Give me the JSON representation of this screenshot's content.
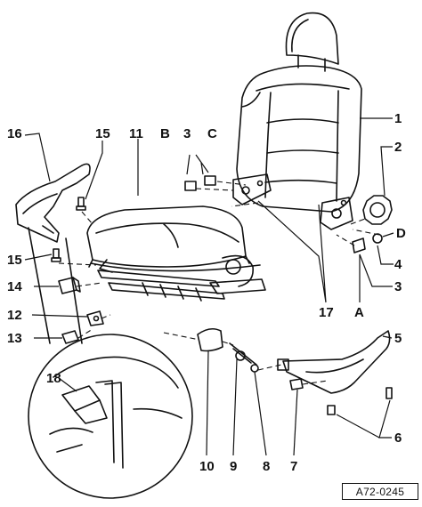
{
  "figure_ref": "A72-0245",
  "callouts": [
    {
      "id": "c1",
      "text": "1"
    },
    {
      "id": "c2",
      "text": "2"
    },
    {
      "id": "c3a",
      "text": "3"
    },
    {
      "id": "c3b",
      "text": "3"
    },
    {
      "id": "c4",
      "text": "4"
    },
    {
      "id": "c5",
      "text": "5"
    },
    {
      "id": "c6",
      "text": "6"
    },
    {
      "id": "c7",
      "text": "7"
    },
    {
      "id": "c8",
      "text": "8"
    },
    {
      "id": "c9",
      "text": "9"
    },
    {
      "id": "c10",
      "text": "10"
    },
    {
      "id": "c11",
      "text": "11"
    },
    {
      "id": "c12",
      "text": "12"
    },
    {
      "id": "c13",
      "text": "13"
    },
    {
      "id": "c14",
      "text": "14"
    },
    {
      "id": "c15a",
      "text": "15"
    },
    {
      "id": "c15b",
      "text": "15"
    },
    {
      "id": "c16",
      "text": "16"
    },
    {
      "id": "c17",
      "text": "17"
    },
    {
      "id": "c18",
      "text": "18"
    },
    {
      "id": "cA",
      "text": "A"
    },
    {
      "id": "cB",
      "text": "B"
    },
    {
      "id": "cC",
      "text": "C"
    },
    {
      "id": "cD",
      "text": "D"
    }
  ]
}
